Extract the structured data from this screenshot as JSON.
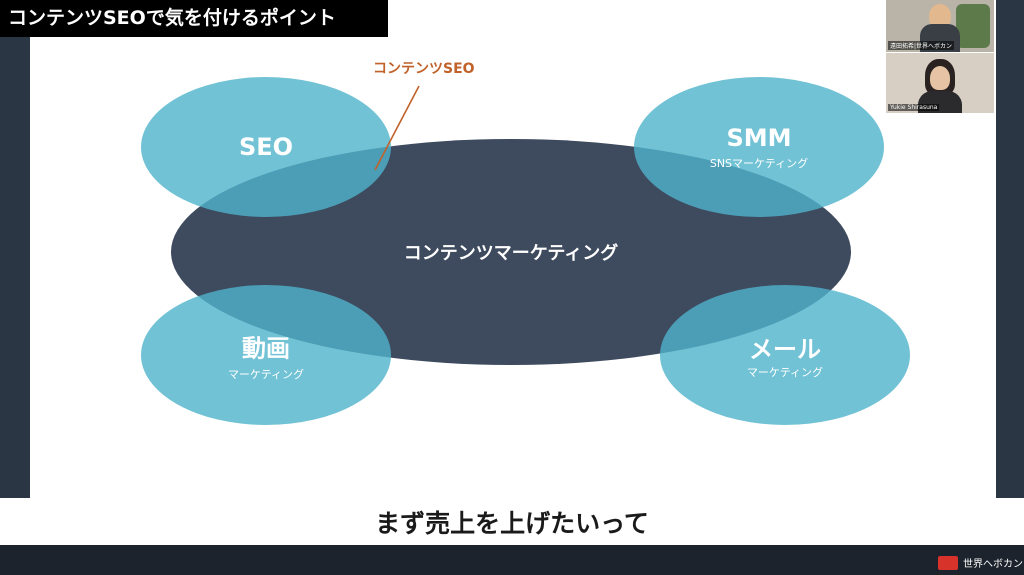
{
  "title": "コンテンツSEOで気を付けるポイント",
  "diagram": {
    "center_label": "コンテンツマーケティング",
    "callout": "コンテンツSEO",
    "circles": [
      {
        "title": "SEO",
        "subtitle": ""
      },
      {
        "title": "SMM",
        "subtitle": "SNSマーケティング"
      },
      {
        "title": "動画",
        "subtitle": "マーケティング"
      },
      {
        "title": "メール",
        "subtitle": "マーケティング"
      }
    ]
  },
  "subtitle": "まず売上を上げたいって",
  "participants": [
    {
      "name": "遠田拓希|世界へボカン"
    },
    {
      "name": "Yukie Shirasuna"
    }
  ],
  "brand": "世界へボカン",
  "colors": {
    "circle_fill": "#4fb3cc",
    "center_fill": "#3e4a5e",
    "callout": "#c0622a"
  }
}
